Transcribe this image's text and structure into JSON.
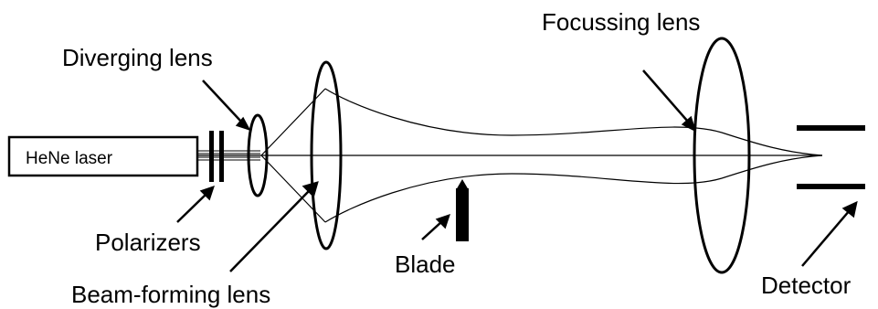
{
  "labels": {
    "laser": "HeNe laser",
    "diverging_lens": "Diverging lens",
    "polarizers": "Polarizers",
    "beam_forming_lens": "Beam-forming lens",
    "blade": "Blade",
    "focussing_lens": "Focussing lens",
    "detector": "Detector"
  },
  "colors": {
    "ink": "#000000",
    "background": "#ffffff"
  }
}
